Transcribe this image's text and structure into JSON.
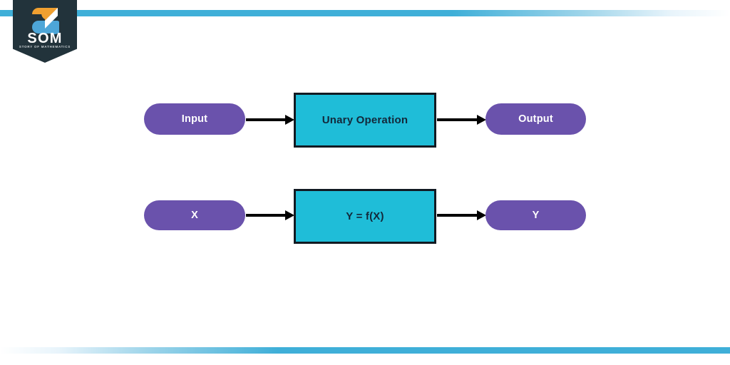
{
  "branding": {
    "logo_wordmark": "SOM",
    "logo_tagline": "STORY OF MATHEMATICS",
    "badge_color": "#22333B",
    "mark_orange": "#F0A030",
    "mark_blue": "#4DA6D8",
    "stripe_color": "#3FAFD8"
  },
  "diagram": {
    "type": "flow",
    "node_colors": {
      "pill": "#6A52AC",
      "pill_text": "#FFFFFF",
      "operation_box": "#1FBDD8",
      "operation_border": "#121A22",
      "operation_text": "#13283A",
      "arrow": "#000000"
    },
    "rows": [
      {
        "id": "conceptual",
        "input_label": "Input",
        "operation_label": "Unary Operation",
        "output_label": "Output"
      },
      {
        "id": "notation",
        "input_label": "X",
        "operation_label": "Y = f(X)",
        "output_label": "Y"
      }
    ]
  }
}
